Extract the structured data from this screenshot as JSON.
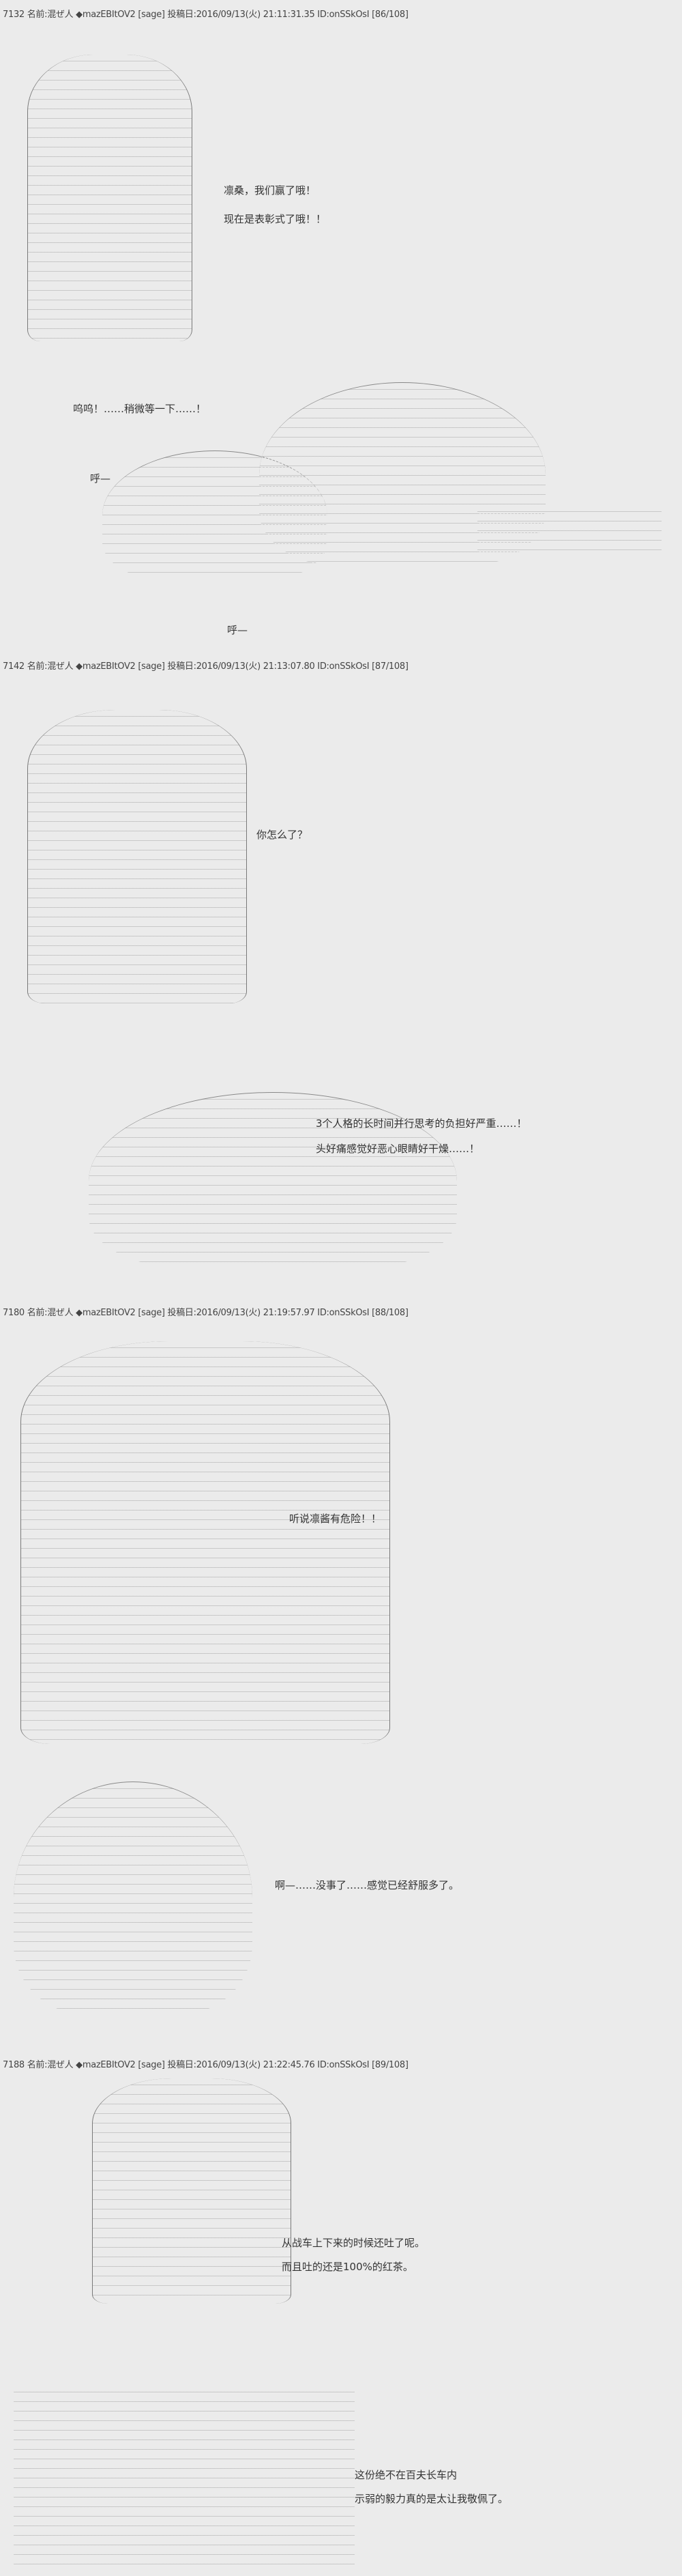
{
  "posts": [
    {
      "header": "7132 名前:混ぜ人 ◆mazEBItOV2 [sage] 投稿日:2016/09/13(火) 21:11:31.35 ID:onSSkOsI [86/108]",
      "lines": [
        "凛桑，我们赢了哦！",
        "现在是表彰式了哦！！",
        "呜呜！……稍微等一下……！",
        "呼—",
        "呼—"
      ]
    },
    {
      "header": "7142 名前:混ぜ人 ◆mazEBItOV2 [sage] 投稿日:2016/09/13(火) 21:13:07.80 ID:onSSkOsI [87/108]",
      "lines": [
        "你怎么了？",
        "3个人格的长时间并行思考的负担好严重……！",
        "头好痛感觉好恶心眼睛好干燥……！"
      ]
    },
    {
      "header": "7180 名前:混ぜ人 ◆mazEBItOV2 [sage] 投稿日:2016/09/13(火) 21:19:57.97 ID:onSSkOsI [88/108]",
      "lines": [
        "听说凛酱有危险！！",
        "啊—……没事了……感觉已经舒服多了。"
      ]
    },
    {
      "header": "7188 名前:混ぜ人 ◆mazEBItOV2 [sage] 投稿日:2016/09/13(火) 21:22:45.76 ID:onSSkOsI [89/108]",
      "lines": [
        "从战车上下来的时候还吐了呢。",
        "而且吐的还是100%的红茶。",
        "这份绝不在百夫长车内",
        "示弱的毅力真的是太让我敬佩了。"
      ]
    }
  ]
}
